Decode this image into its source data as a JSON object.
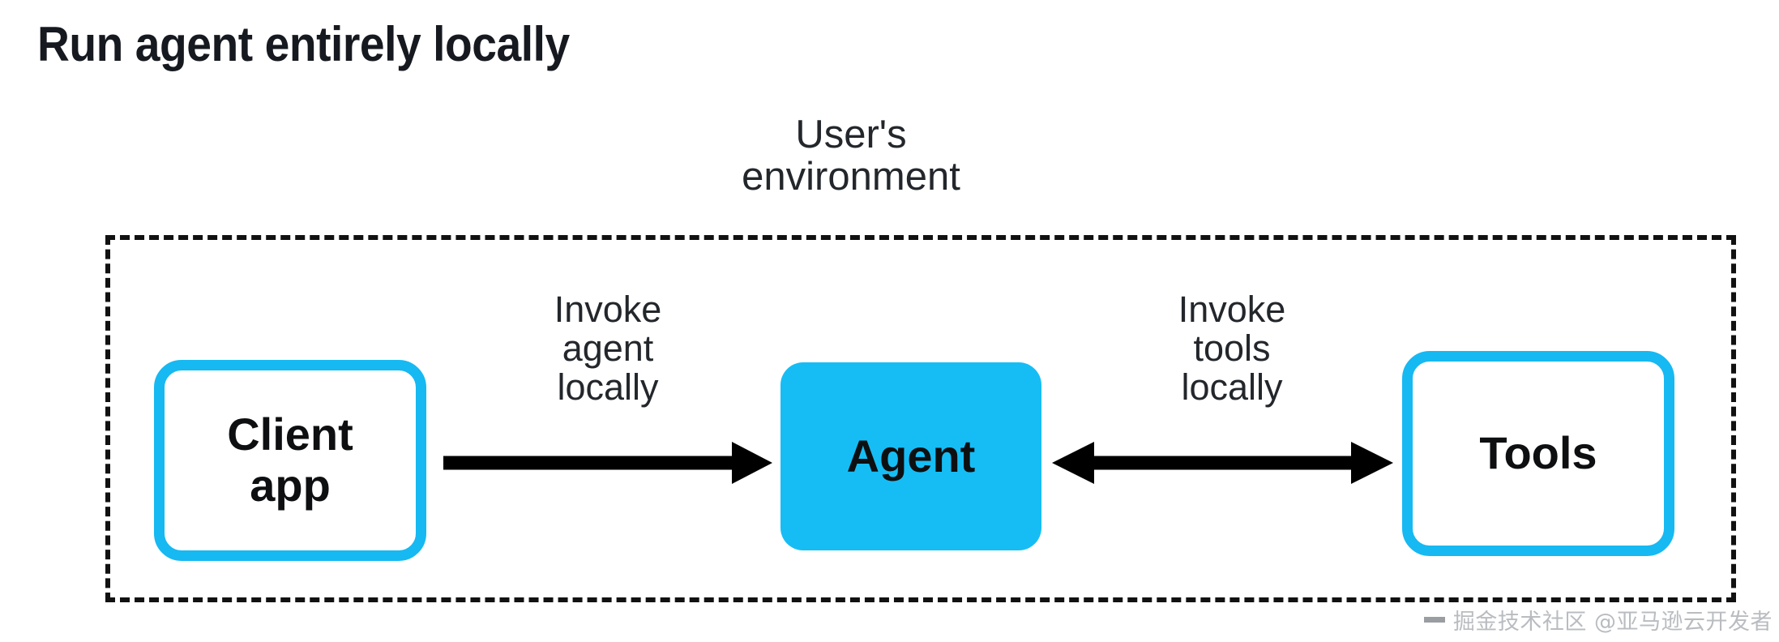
{
  "slide": {
    "title": "Run agent entirely locally",
    "background_color": "#ffffff"
  },
  "diagram": {
    "type": "flow-diagram",
    "boundary": {
      "label": "User's\nenvironment",
      "style": "dashed",
      "color": "#111111"
    },
    "nodes": [
      {
        "id": "client-app",
        "label": "Client\napp",
        "fill": "#ffffff",
        "border_color": "#16b9f2",
        "text_color": "#0d0f11"
      },
      {
        "id": "agent",
        "label": "Agent",
        "fill": "#16bdf5",
        "border_color": "#16bdf5",
        "text_color": "#0d0f11"
      },
      {
        "id": "tools",
        "label": "Tools",
        "fill": "#ffffff",
        "border_color": "#16b9f2",
        "text_color": "#0d0f11"
      }
    ],
    "edges": [
      {
        "id": "client-to-agent",
        "from": "client-app",
        "to": "agent",
        "label": "Invoke\nagent\nlocally",
        "direction": "forward",
        "color": "#000000"
      },
      {
        "id": "agent-to-tools",
        "from": "agent",
        "to": "tools",
        "label": "Invoke\ntools\nlocally",
        "direction": "both",
        "color": "#000000"
      }
    ]
  },
  "watermark": {
    "text": "掘金技术社区 @亚马逊云开发者",
    "color": "#b9bcc0"
  }
}
